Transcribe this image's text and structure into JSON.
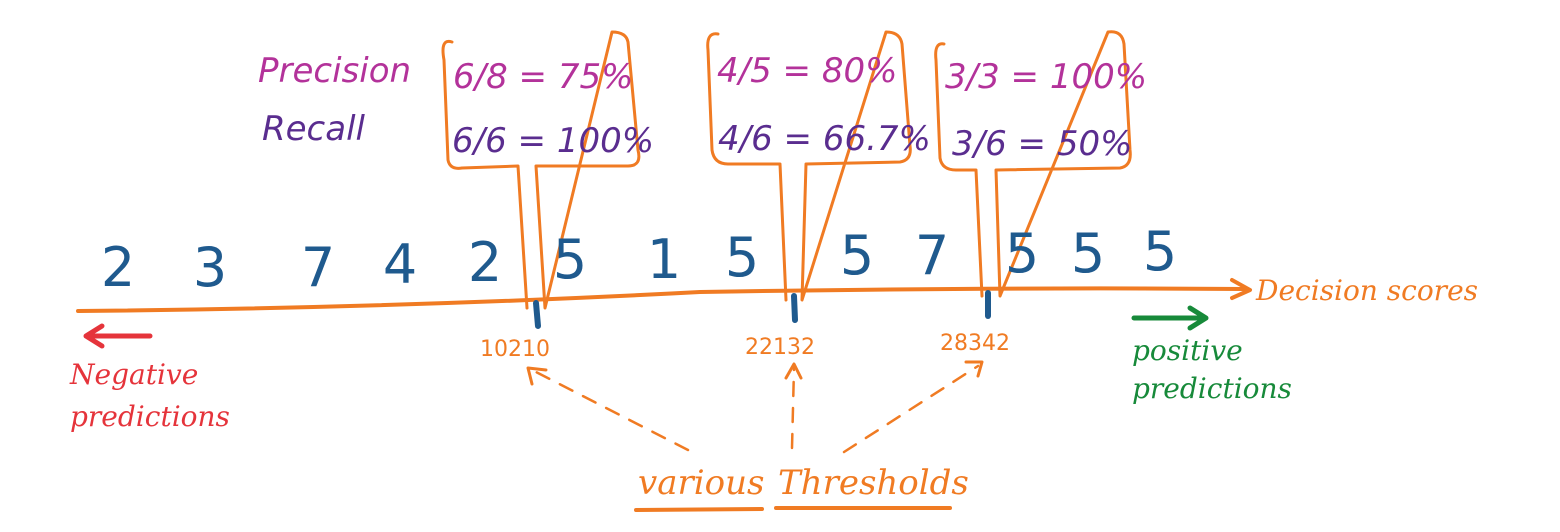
{
  "row_labels": {
    "precision": "Precision",
    "recall": "Recall"
  },
  "digits": [
    "2",
    "3",
    "7",
    "4",
    "2",
    "5",
    "1",
    "5",
    "5",
    "7",
    "5",
    "5",
    "5"
  ],
  "thresholds": [
    {
      "value": "10210",
      "precision": "6/8 = 75%",
      "recall": "6/6 = 100%"
    },
    {
      "value": "22132",
      "precision": "4/5 = 80%",
      "recall": "4/6 = 66.7%"
    },
    {
      "value": "28342",
      "precision": "3/3 = 100%",
      "recall": "3/6 = 50%"
    }
  ],
  "axis_label": "Decision scores",
  "negative_label": [
    "Negative",
    "predictions"
  ],
  "positive_label": [
    "positive",
    "predictions"
  ],
  "thresholds_caption": {
    "word1": "various",
    "word2": "Thresholds"
  },
  "colors": {
    "orange": "#f07b23",
    "blue": "#1f5a8e",
    "magenta": "#b3329a",
    "purple": "#5a2d8f",
    "red": "#e5343b",
    "green": "#178a3a"
  }
}
